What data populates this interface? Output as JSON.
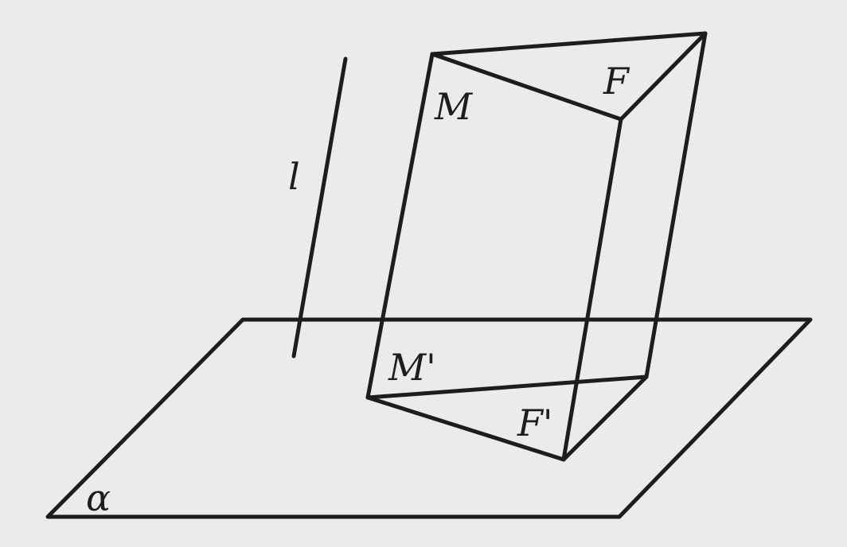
{
  "labels": {
    "line": "l",
    "top_vertex": "M",
    "top_figure": "F",
    "bottom_vertex": "M'",
    "bottom_figure": "F'",
    "plane": "α"
  },
  "colors": {
    "background": "#eceaec",
    "top_fill": "#c9cfcc",
    "bottom_fill": "#9ea8a5",
    "stroke": "#1d1d1d"
  }
}
